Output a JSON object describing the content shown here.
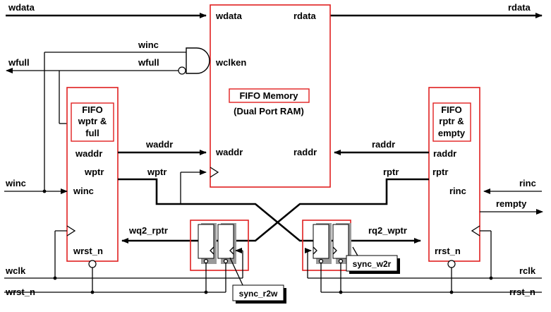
{
  "signals": {
    "wdata": "wdata",
    "rdata": "rdata",
    "winc_gate": "winc",
    "wfull_gate": "wfull",
    "wfull_out": "wfull",
    "winc_in": "winc",
    "wclk": "wclk",
    "wrst_n": "wrst_n",
    "waddr_bus": "waddr",
    "wptr_bus": "wptr",
    "wq2_rptr": "wq2_rptr",
    "raddr_bus": "raddr",
    "rptr_bus": "rptr",
    "rq2_wptr": "rq2_wptr",
    "rinc_in": "rinc",
    "rempty_out": "rempty",
    "rclk": "rclk",
    "rrst_n": "rrst_n"
  },
  "memory": {
    "port_wdata": "wdata",
    "port_rdata": "rdata",
    "port_wclken": "wclken",
    "title": "FIFO Memory",
    "subtitle": "(Dual Port RAM)",
    "port_waddr": "waddr",
    "port_raddr": "raddr"
  },
  "write_block": {
    "title_line1": "FIFO",
    "title_line2": "wptr &",
    "title_line3": "full",
    "port_waddr": "waddr",
    "port_wptr": "wptr",
    "port_winc": "winc",
    "port_wrst_n": "wrst_n"
  },
  "read_block": {
    "title_line1": "FIFO",
    "title_line2": "rptr &",
    "title_line3": "empty",
    "port_raddr": "raddr",
    "port_rptr": "rptr",
    "port_rinc": "rinc",
    "port_rrst_n": "rrst_n"
  },
  "sync_blocks": {
    "sync_r2w": "sync_r2w",
    "sync_w2r": "sync_w2r"
  },
  "colors": {
    "block_outline": "#e02020",
    "wire": "#000000",
    "flop_shade": "#9a9a9a"
  }
}
